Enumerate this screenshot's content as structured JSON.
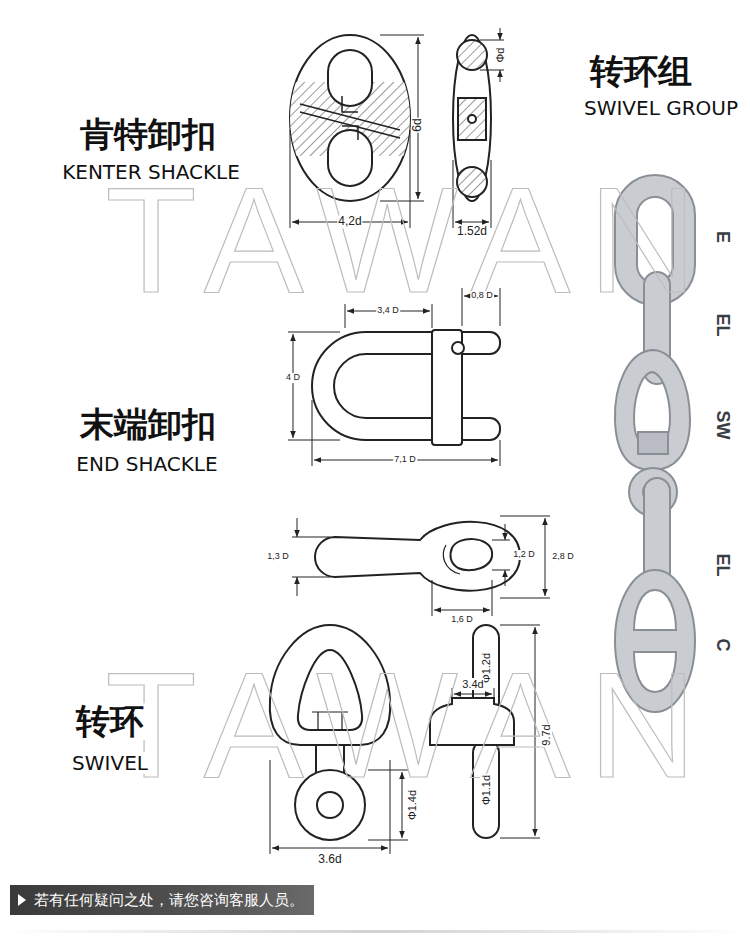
{
  "diagram": {
    "nodes": [
      {
        "text": [
          "若有任何疑问之处，请您咨询客服人员。"
        ]
      }
    ],
    "labels": [
      "肯特卸扣",
      "KENTER SHACKLE",
      "末端卸扣",
      "END SHACKLE",
      "转环",
      "SWIVEL",
      "转环组",
      "SWIVEL GROUP",
      "Φd",
      "6d",
      "4,2d",
      "1.52d",
      "3,4 D",
      "0,8 D",
      "4 D",
      "7,1 D",
      "1,3 D",
      "1,2 D",
      "2,8 D",
      "1,6 D",
      "Φ1.2d",
      "3.4d",
      "Φ1.4d",
      "Φ1.1d",
      "9.7d",
      "3.6d",
      "E",
      "EL",
      "SW",
      "EL",
      "C",
      "TAWAN",
      "TAWAN"
    ]
  }
}
